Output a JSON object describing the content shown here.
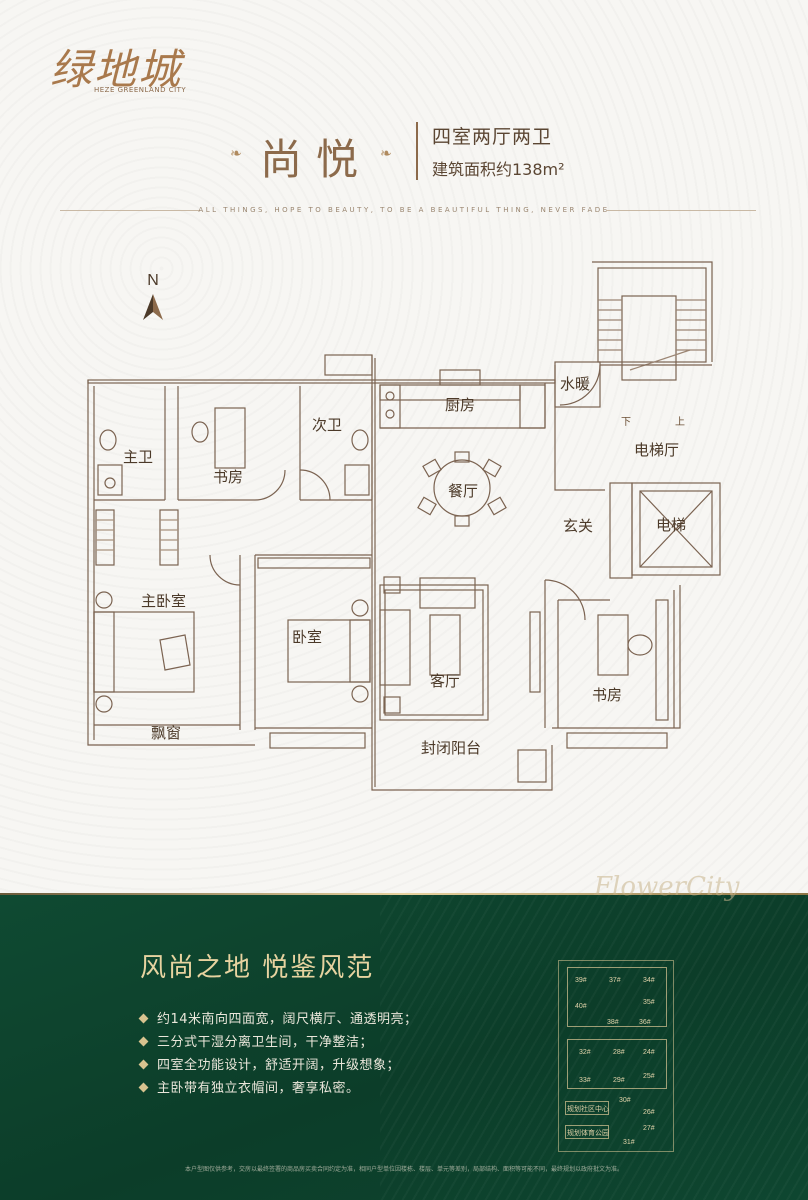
{
  "brand": {
    "name_cn": "绿地城",
    "name_en": "HEZE GREENLAND CITY"
  },
  "header": {
    "title": "尚悦",
    "layout": "四室两厅两卫",
    "area": "建筑面积约138m²",
    "tagline": "ALL THINGS, HOPE TO BEAUTY, TO BE A BEAUTIFUL THING, NEVER FADE"
  },
  "compass": {
    "label": "N"
  },
  "floorplan": {
    "rooms": {
      "master_bath": "主卫",
      "study1": "书房",
      "second_bath": "次卫",
      "kitchen": "厨房",
      "water_heating": "水暖",
      "elevator_hall": "电梯厅",
      "dining": "餐厅",
      "foyer": "玄关",
      "elevator": "电梯",
      "master_bedroom": "主卧室",
      "bedroom": "卧室",
      "living": "客厅",
      "study2": "书房",
      "bay_window": "飘窗",
      "balcony": "封闭阳台",
      "stair_down": "下",
      "stair_up": "上"
    }
  },
  "bottom": {
    "watermark": "FlowerCity",
    "slogan": "风尚之地  悦鉴风范",
    "bullets": [
      "约14米南向四面宽，阔尺横厅、通透明亮；",
      "三分式干湿分离卫生间，干净整洁；",
      "四室全功能设计，舒适开阔，升级想象；",
      "主卧带有独立衣帽间，奢享私密。"
    ],
    "site_plan": {
      "buildings": [
        "39#",
        "37#",
        "34#",
        "35#",
        "40#",
        "38#",
        "36#",
        "32#",
        "28#",
        "24#",
        "33#",
        "29#",
        "25#",
        "30#",
        "26#",
        "27#",
        "31#"
      ],
      "facilities": [
        "规划社区中心",
        "规划体育公园"
      ]
    },
    "disclaimer": "本户型图仅供参考，交房以最终签署的商品房买卖合同约定为准，相同户型单位因楼栋、楼层、单元等差别，局部结构、面积等可能不同，最终规划以政府批文为准。"
  },
  "colors": {
    "gold": "#b08a5e",
    "brown_text": "#5b4633",
    "green_bg": "#0f4a32",
    "light_gold": "#e7d3a0"
  }
}
